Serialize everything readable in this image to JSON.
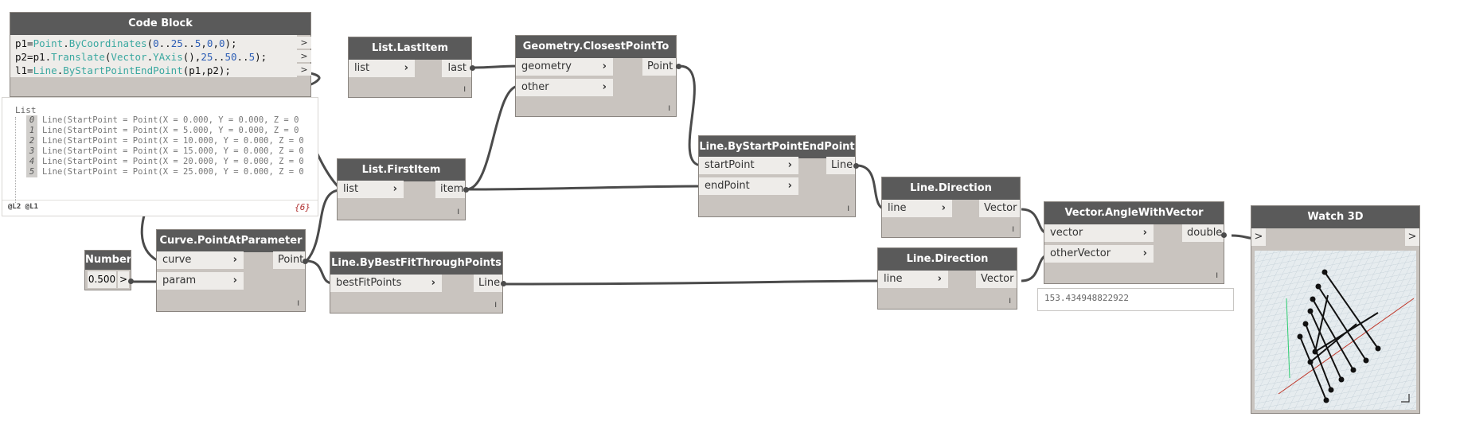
{
  "colors": {
    "node_header": "#5a5a5a",
    "node_body": "#c9c4bf",
    "port_bg": "#eeece9",
    "wire": "#4b4b4b",
    "accent_red": "#c0392b"
  },
  "code_block": {
    "title": "Code Block",
    "lines": [
      [
        {
          "t": "p1="
        },
        {
          "t": "Point",
          "c": "fn"
        },
        {
          "t": "."
        },
        {
          "t": "ByCoordinates",
          "c": "fn"
        },
        {
          "t": "("
        },
        {
          "t": "0",
          "c": "num"
        },
        {
          "t": ".."
        },
        {
          "t": "25",
          "c": "num"
        },
        {
          "t": ".."
        },
        {
          "t": "5",
          "c": "num"
        },
        {
          "t": ","
        },
        {
          "t": "0",
          "c": "num"
        },
        {
          "t": ","
        },
        {
          "t": "0",
          "c": "num"
        },
        {
          "t": ");"
        }
      ],
      [
        {
          "t": "p2=p1."
        },
        {
          "t": "Translate",
          "c": "fn"
        },
        {
          "t": "("
        },
        {
          "t": "Vector",
          "c": "fn"
        },
        {
          "t": "."
        },
        {
          "t": "YAxis",
          "c": "fn"
        },
        {
          "t": "(),"
        },
        {
          "t": "25",
          "c": "num"
        },
        {
          "t": ".."
        },
        {
          "t": "50",
          "c": "num"
        },
        {
          "t": ".."
        },
        {
          "t": "5",
          "c": "num"
        },
        {
          "t": ");"
        }
      ],
      [
        {
          "t": "l1="
        },
        {
          "t": "Line",
          "c": "fn"
        },
        {
          "t": "."
        },
        {
          "t": "ByStartPointEndPoint",
          "c": "fn"
        },
        {
          "t": "(p1,p2);"
        }
      ]
    ],
    "out_glyph": ">"
  },
  "preview_list": {
    "header": "List",
    "items": [
      {
        "index": "0",
        "text": "Line(StartPoint = Point(X = 0.000, Y = 0.000, Z = 0"
      },
      {
        "index": "1",
        "text": "Line(StartPoint = Point(X = 5.000, Y = 0.000, Z = 0"
      },
      {
        "index": "2",
        "text": "Line(StartPoint = Point(X = 10.000, Y = 0.000, Z = 0"
      },
      {
        "index": "3",
        "text": "Line(StartPoint = Point(X = 15.000, Y = 0.000, Z = 0"
      },
      {
        "index": "4",
        "text": "Line(StartPoint = Point(X = 20.000, Y = 0.000, Z = 0"
      },
      {
        "index": "5",
        "text": "Line(StartPoint = Point(X = 25.000, Y = 0.000, Z = 0"
      }
    ],
    "footer_levels": "@L2 @L1",
    "count": "{6}"
  },
  "nodes": {
    "list_last_item": {
      "title": "List.LastItem",
      "in": [
        "list"
      ],
      "out": [
        "last"
      ]
    },
    "geometry_closest": {
      "title": "Geometry.ClosestPointTo",
      "in": [
        "geometry",
        "other"
      ],
      "out": [
        "Point"
      ]
    },
    "line_bspep": {
      "title": "Line.ByStartPointEndPoint",
      "in": [
        "startPoint",
        "endPoint"
      ],
      "out": [
        "Line"
      ]
    },
    "list_first_item": {
      "title": "List.FirstItem",
      "in": [
        "list"
      ],
      "out": [
        "item"
      ]
    },
    "line_direction_1": {
      "title": "Line.Direction",
      "in": [
        "line"
      ],
      "out": [
        "Vector"
      ]
    },
    "vector_angle": {
      "title": "Vector.AngleWithVector",
      "in": [
        "vector",
        "otherVector"
      ],
      "out": [
        "double"
      ]
    },
    "watch_3d": {
      "title": "Watch 3D",
      "in_glyph": ">",
      "out_glyph": ">"
    },
    "number": {
      "title": "Number",
      "value": "0.500",
      "out_glyph": ">"
    },
    "curve_pap": {
      "title": "Curve.PointAtParameter",
      "in": [
        "curve",
        "param"
      ],
      "out": [
        "Point"
      ]
    },
    "line_bbftp": {
      "title": "Line.ByBestFitThroughPoints",
      "in": [
        "bestFitPoints"
      ],
      "out": [
        "Line"
      ]
    },
    "line_direction_2": {
      "title": "Line.Direction",
      "in": [
        "line"
      ],
      "out": [
        "Vector"
      ]
    }
  },
  "lacing_glyph": "I",
  "angle_output": "153.434948822922"
}
